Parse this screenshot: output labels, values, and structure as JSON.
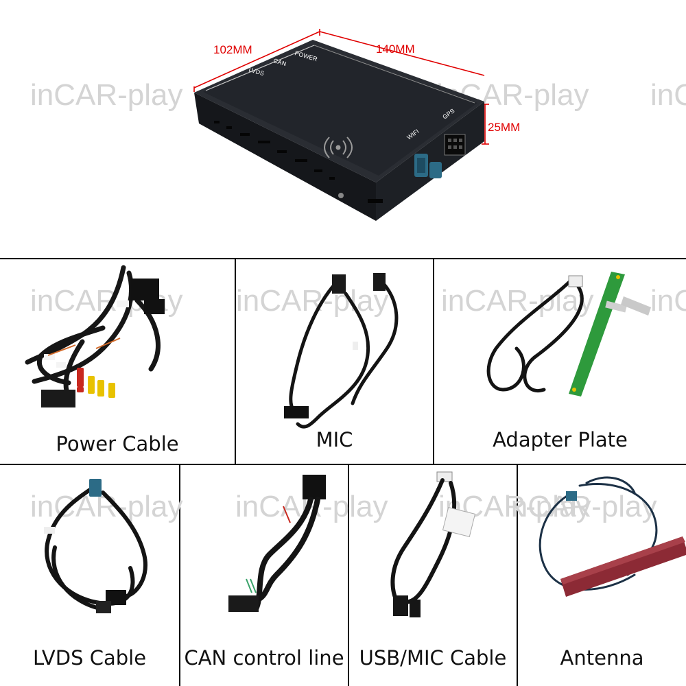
{
  "watermark": "inCAR-play",
  "dimensions": {
    "width": "102MM",
    "length": "140MM",
    "height": "25MM"
  },
  "box_labels": {
    "power": "POWER",
    "can": "CAN",
    "lvds": "LVDS",
    "wifi": "WIFI",
    "gps": "GPS"
  },
  "items": [
    {
      "label": "Power Cable"
    },
    {
      "label": "MIC"
    },
    {
      "label": "Adapter Plate"
    },
    {
      "label": "LVDS Cable"
    },
    {
      "label": "CAN control line"
    },
    {
      "label": "USB/MIC Cable"
    },
    {
      "label": "Antenna"
    }
  ],
  "colors": {
    "dimension": "#e00000",
    "box": "#1e2126",
    "watermark": "#d4d4d4",
    "pcb": "#2e9a3c",
    "antenna": "#8c2a35",
    "connector_blue": "#2c6b86"
  }
}
